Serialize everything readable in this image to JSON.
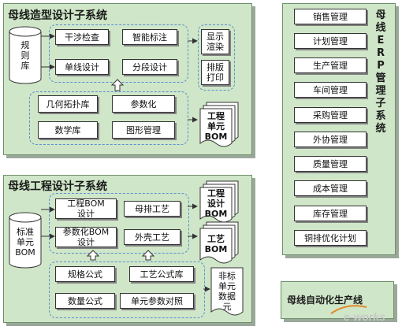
{
  "diagram": {
    "modeling_subsystem": {
      "title": "母线造型设计子系统",
      "db_label": "规\n则\n库",
      "upper_boxes": [
        "干涉检查",
        "智能标注",
        "单线设计",
        "分段设计"
      ],
      "lower_boxes": [
        "几何拓扑库",
        "参数化",
        "数学库",
        "图形管理"
      ],
      "right_boxes": [
        "显示\n渲染",
        "排版\n打印"
      ],
      "doc_label": "工程\n单元\nBOM"
    },
    "engineering_subsystem": {
      "title": "母线工程设计子系统",
      "db_label": "标准\n单元\nBOM",
      "upper_boxes": [
        "工程BOM\n设计",
        "母排工艺",
        "参数化BOM\n设计",
        "外壳工艺"
      ],
      "lower_boxes": [
        "规格公式",
        "工艺公式库",
        "数量公式",
        "单元参数对照"
      ],
      "docs": [
        "工程\n设计\nBOM",
        "工艺\nBOM"
      ],
      "doc_nonstd": "非标\n单元\n数据\n元"
    },
    "erp_subsystem": {
      "title": "母线ERP管理子系统",
      "items": [
        "销售管理",
        "计划管理",
        "生产管理",
        "车间管理",
        "采购管理",
        "外协管理",
        "质量管理",
        "成本管理",
        "库存管理",
        "铜排优化计划"
      ]
    },
    "automation": {
      "title": "母线自动化生产线"
    },
    "watermark": "e-works"
  }
}
